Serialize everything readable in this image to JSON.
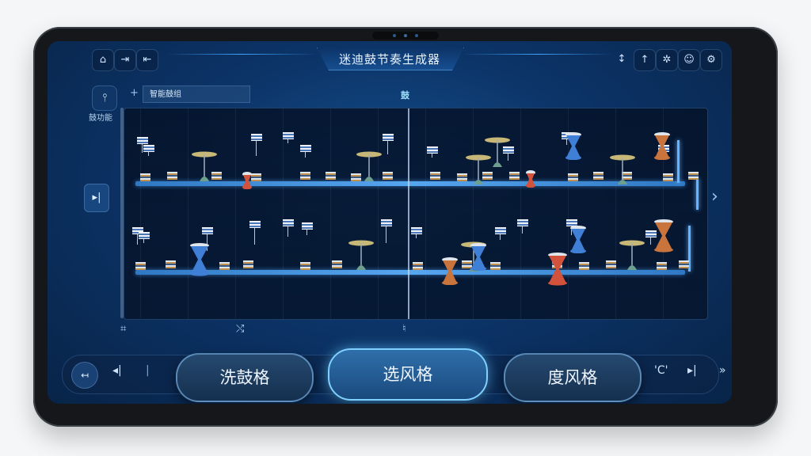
{
  "app": {
    "title": "迷迪鼓节奏生成器"
  },
  "titlebar": {
    "left_icons": [
      "home-icon",
      "skip-in-icon",
      "collapse-icon"
    ],
    "right_icons": [
      "sort-icon",
      "upload-icon",
      "settings-icon",
      "smile-icon",
      "gear-icon"
    ]
  },
  "rail": {
    "tool_label": "鼓功能"
  },
  "track": {
    "name": "智能鼓组"
  },
  "marker": {
    "label": "鼓"
  },
  "styles": {
    "left": "洗鼓格",
    "center": "选风格",
    "right": "度风格"
  },
  "bottom": {
    "c_label": "'C'",
    "left_icons": [
      "back-icon",
      "prev-icon"
    ],
    "right_icons": [
      "play-icon",
      "fast-forward-icon"
    ]
  },
  "colors": {
    "lane": "#57a6f0",
    "accent": "#7fd0ff",
    "drum_red": "#d2523c",
    "drum_blue": "#3f7fd6",
    "drum_orange": "#c8743c",
    "cymbal": "#c7b877"
  }
}
